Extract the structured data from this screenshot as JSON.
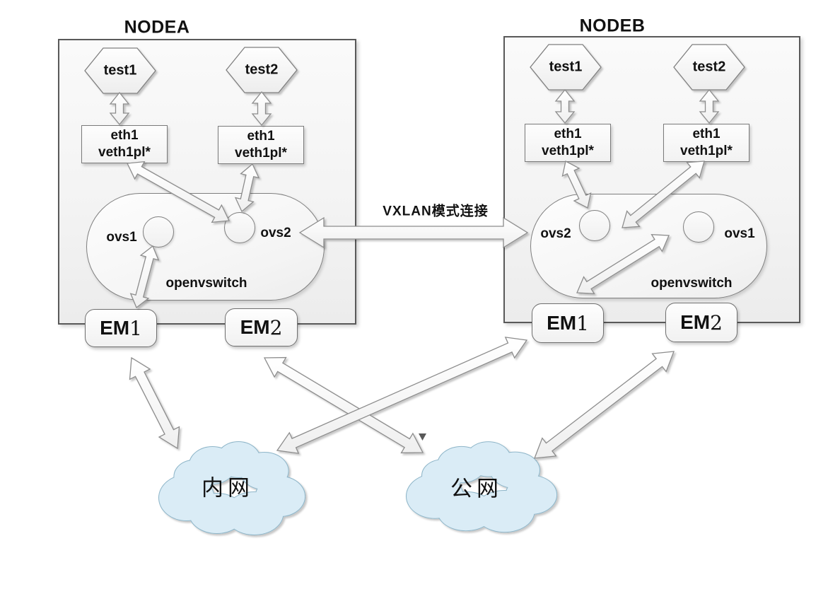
{
  "node_a": {
    "title": "NODEA",
    "vms": [
      "test1",
      "test2"
    ],
    "nics": [
      {
        "line1": "eth1",
        "line2": "veth1pl*"
      },
      {
        "line1": "eth1",
        "line2": "veth1pl*"
      }
    ],
    "ovs": {
      "label": "openvswitch",
      "left_port": "ovs1",
      "right_port": "ovs2"
    },
    "ems": [
      {
        "prefix": "EM",
        "num": "1"
      },
      {
        "prefix": "EM",
        "num": "2"
      }
    ]
  },
  "node_b": {
    "title": "NODEB",
    "vms": [
      "test1",
      "test2"
    ],
    "nics": [
      {
        "line1": "eth1",
        "line2": "veth1pl*"
      },
      {
        "line1": "eth1",
        "line2": "veth1pl*"
      }
    ],
    "ovs": {
      "label": "openvswitch",
      "left_port": "ovs2",
      "right_port": "ovs1"
    },
    "ems": [
      {
        "prefix": "EM",
        "num": "1"
      },
      {
        "prefix": "EM",
        "num": "2"
      }
    ]
  },
  "link": {
    "label": "VXLAN模式连接"
  },
  "clouds": {
    "intranet": {
      "label": "内网"
    },
    "internet": {
      "label": "公网"
    }
  },
  "colors": {
    "cloud_fill": "#daecf6",
    "cloud_stroke": "#8fb6c9",
    "shape_border": "#7f7f7f",
    "node_border": "#595959"
  },
  "marker": {
    "glyph": "▼"
  }
}
